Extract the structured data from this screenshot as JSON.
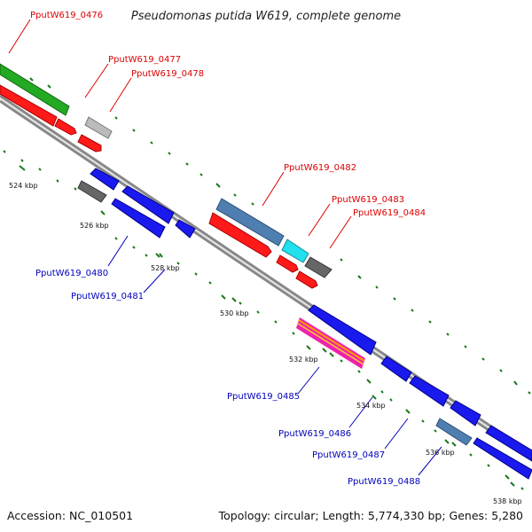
{
  "title": "Pseudomonas putida W619, complete genome",
  "footer": {
    "accession": "Accession: NC_010501",
    "topology": "Topology: circular; Length: 5,774,330 bp; Genes: 5,280"
  },
  "ticks": [
    "524 kbp",
    "526 kbp",
    "528 kbp",
    "530 kbp",
    "532 kbp",
    "534 kbp",
    "536 kbp",
    "538 kbp"
  ],
  "forward_labels": [
    "PputW619_0476",
    "PputW619_0477",
    "PputW619_0478",
    "PputW619_0482",
    "PputW619_0483",
    "PputW619_0484"
  ],
  "reverse_labels": [
    "PputW619_0480",
    "PputW619_0481",
    "PputW619_0485",
    "PputW619_0486",
    "PputW619_0487",
    "PputW619_0488"
  ],
  "colors": {
    "forward_label": "#dd0000",
    "reverse_label": "#0000bb",
    "cds_red": "#ff1a1a",
    "cds_blue": "#1a1aee",
    "cds_green": "#22aa22",
    "cds_grey": "#bbbbbb",
    "cds_dark": "#666666",
    "cds_steel": "#4f7fb0",
    "cds_cyan": "#22e0ee",
    "tick_green": "#1a7a1a",
    "backbone": "#888888"
  }
}
